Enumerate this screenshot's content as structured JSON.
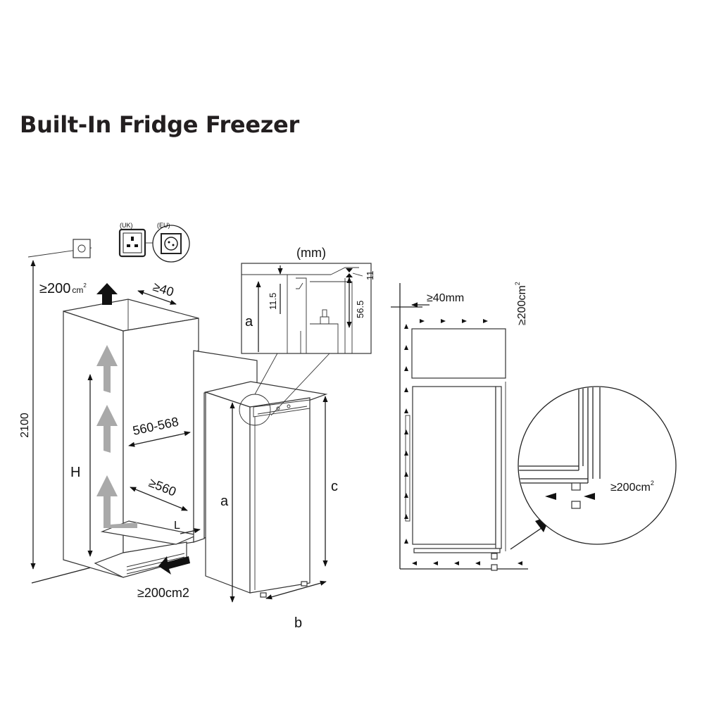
{
  "title": "Built-In Fridge Freezer",
  "labels": {
    "uk": "(UK)",
    "eu": "(EU)",
    "vent_top": "≥200",
    "vent_top_unit": "cm",
    "vent_top_sup": "2",
    "gap_top": "≥40",
    "height_2100": "2100",
    "height_H": "H",
    "width_560_568": "560-568",
    "depth_560": "≥560",
    "length_L": "L",
    "vent_bottom": "≥200cm2",
    "dim_a": "a",
    "dim_b": "b",
    "dim_c": "c",
    "mm": "(mm)",
    "detail_a": "a",
    "d_11_5": "11.5",
    "d_56_5": "56.5",
    "d_11": "11",
    "gap_40mm": "≥40mm",
    "vent_side": "≥200cm",
    "vent_side_sup": "2",
    "vent_circle": "≥200cm",
    "vent_circle_sup": "2"
  },
  "colors": {
    "title": "#231f20",
    "line": "#222222",
    "airflow": "#a9a9a9"
  },
  "icons": [
    "wall-switch-icon",
    "uk-socket-icon",
    "eu-socket-icon",
    "airflow-arrow-icon"
  ]
}
